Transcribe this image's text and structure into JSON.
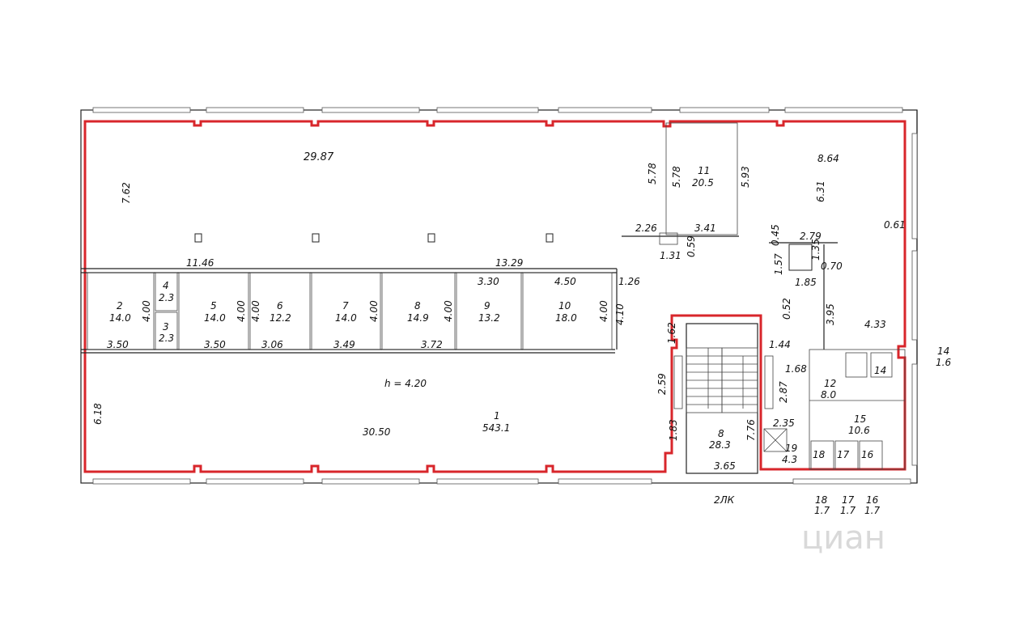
{
  "plan_labels": {
    "top_width": "29.87",
    "left_height": "7.62",
    "corridor_width_left": "11.46",
    "corridor_width_right": "13.29",
    "room2": {
      "num": "2",
      "area": "14.0"
    },
    "room3": {
      "num": "3",
      "area": "2.3"
    },
    "room4": {
      "num": "4",
      "area": "2.3"
    },
    "room5": {
      "num": "5",
      "area": "14.0"
    },
    "room6": {
      "num": "6",
      "area": "12.2"
    },
    "room7": {
      "num": "7",
      "area": "14.0"
    },
    "room8": {
      "num": "8",
      "area": "14.9"
    },
    "room9": {
      "num": "9",
      "area": "13.2"
    },
    "room10": {
      "num": "10",
      "area": "18.0"
    },
    "room11": {
      "num": "11",
      "area": "20.5"
    },
    "room1": {
      "num": "1",
      "area": "543.1"
    },
    "stair8": {
      "num": "8",
      "area": "28.3"
    },
    "room12": {
      "num": "12",
      "area": "8.0"
    },
    "room14": {
      "num": "14",
      "area": "1.6"
    },
    "room14_inner": "14",
    "room15": {
      "num": "15",
      "area": "10.6"
    },
    "room16": {
      "num": "16",
      "area": "1.7"
    },
    "room17": {
      "num": "17",
      "area": "1.7"
    },
    "room18": {
      "num": "18",
      "area": "1.7"
    },
    "room19": {
      "num": "19",
      "area": "4.3"
    },
    "inner16": "16",
    "inner17": "17",
    "inner18": "18",
    "height_note": "h = 4.20",
    "bottom_width": "30.50",
    "left_lower_height": "6.18",
    "staircase_tag": "2ЛК",
    "dims": {
      "d578a": "5.78",
      "d578b": "5.78",
      "d593": "5.93",
      "d226": "2.26",
      "d341": "3.41",
      "d131": "1.31",
      "d059": "0.59",
      "d864": "8.64",
      "d631": "6.31",
      "d061": "0.61",
      "d045": "0.45",
      "d279": "2.79",
      "d157": "1.57",
      "d135": "1.35",
      "d070": "0.70",
      "d185": "1.85",
      "d395": "3.95",
      "d433": "4.33",
      "d052": "0.52",
      "d144": "1.44",
      "d162": "1.62",
      "d259": "2.59",
      "d183": "1.83",
      "d168": "1.68",
      "d287": "2.87",
      "d776": "7.76",
      "d365": "3.65",
      "d235": "2.35",
      "d330": "3.30",
      "d450": "4.50",
      "d126": "1.26",
      "d410": "4.10",
      "w350a": "3.50",
      "w350b": "3.50",
      "w306": "3.06",
      "w349": "3.49",
      "w372": "3.72",
      "h400a": "4.00",
      "h400b": "4.00",
      "h400c": "4.00",
      "h400d": "4.00",
      "h400e": "4.00",
      "h400f": "4.00"
    }
  },
  "watermark": "циан",
  "colors": {
    "outline": "#d8262b",
    "walls": "#222222",
    "watermark": "#d9d9d9"
  }
}
